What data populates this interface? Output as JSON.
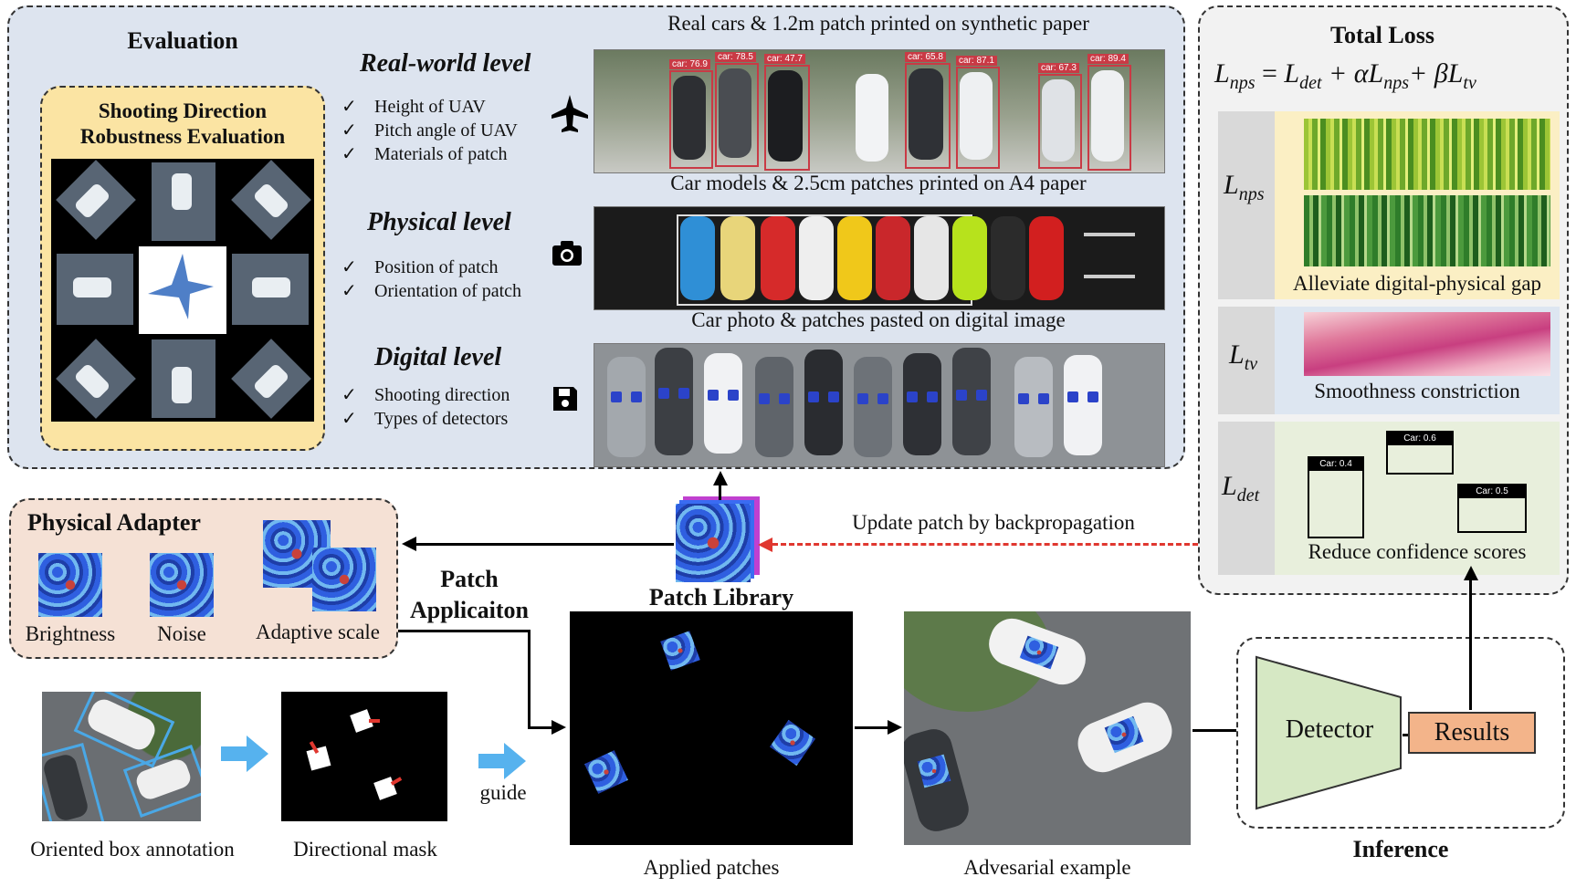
{
  "evaluation": {
    "title": "Evaluation",
    "direction_box_title_1": "Shooting Direction",
    "direction_box_title_2": "Robustness Evaluation",
    "levels": [
      {
        "name": "Real-world level",
        "items": [
          "Height of  UAV",
          "Pitch angle of  UAV",
          "Materials of patch"
        ],
        "icon": "airplane-icon",
        "caption": "Real cars & 1.2m patch printed on synthetic paper"
      },
      {
        "name": "Physical level",
        "items": [
          "Position of patch",
          "Orientation of patch"
        ],
        "icon": "camera-icon",
        "caption": "Car models & 2.5cm patches printed on A4 paper"
      },
      {
        "name": "Digital level",
        "items": [
          "Shooting direction",
          "Types of detectors"
        ],
        "icon": "floppy-disk-icon",
        "caption": "Car photo &  patches pasted on digital image"
      }
    ],
    "detections": [
      "car: 76.9",
      "car: 78.5",
      "car: 47.7",
      "car: 65.8",
      "car: 87.1",
      "car: 67.3",
      "car: 89.4"
    ],
    "checkmark": "✓"
  },
  "total_loss": {
    "title": "Total Loss",
    "formula": {
      "lhs": "L",
      "lhs_sub": "nps",
      "eq": " = ",
      "t1": "L",
      "t1_sub": "det",
      "plus1": " + α",
      "t2": "L",
      "t2_sub": "nps",
      "plus2": "+ β",
      "t3": "L",
      "t3_sub": "tv"
    },
    "nps": {
      "name": "L",
      "sub": "nps",
      "caption": "Alleviate digital-physical gap"
    },
    "tv": {
      "name": "L",
      "sub": "tv",
      "caption": "Smoothness constriction"
    },
    "det": {
      "name": "L",
      "sub": "det",
      "caption": "Reduce confidence scores",
      "boxes": [
        "Car: 0.4",
        "Car: 0.6",
        "Car: 0.5"
      ]
    }
  },
  "adapter": {
    "title": "Physical Adapter",
    "items": [
      "Brightness",
      "Noise",
      "Adaptive scale"
    ]
  },
  "pipeline": {
    "patch_application_1": "Patch",
    "patch_application_2": "Applicaiton",
    "patch_library": "Patch Library",
    "update_label": "Update patch by backpropagation",
    "guide": "guide",
    "oriented_box": "Oriented box annotation",
    "directional_mask": "Directional mask",
    "applied_patches": "Applied patches",
    "adversarial_example": "Advesarial example",
    "detector": "Detector",
    "results": "Results",
    "inference": "Inference"
  },
  "colors": {
    "eval_bg": "#dde4ef",
    "adapter_bg": "#f5e1d5",
    "direction_bg": "#fbe4a3",
    "detector_fill": "#d6e8c4",
    "results_fill": "#f3b48a",
    "update_arrow": "#e0372f",
    "flow_arrow_blue": "#56b2ee"
  }
}
